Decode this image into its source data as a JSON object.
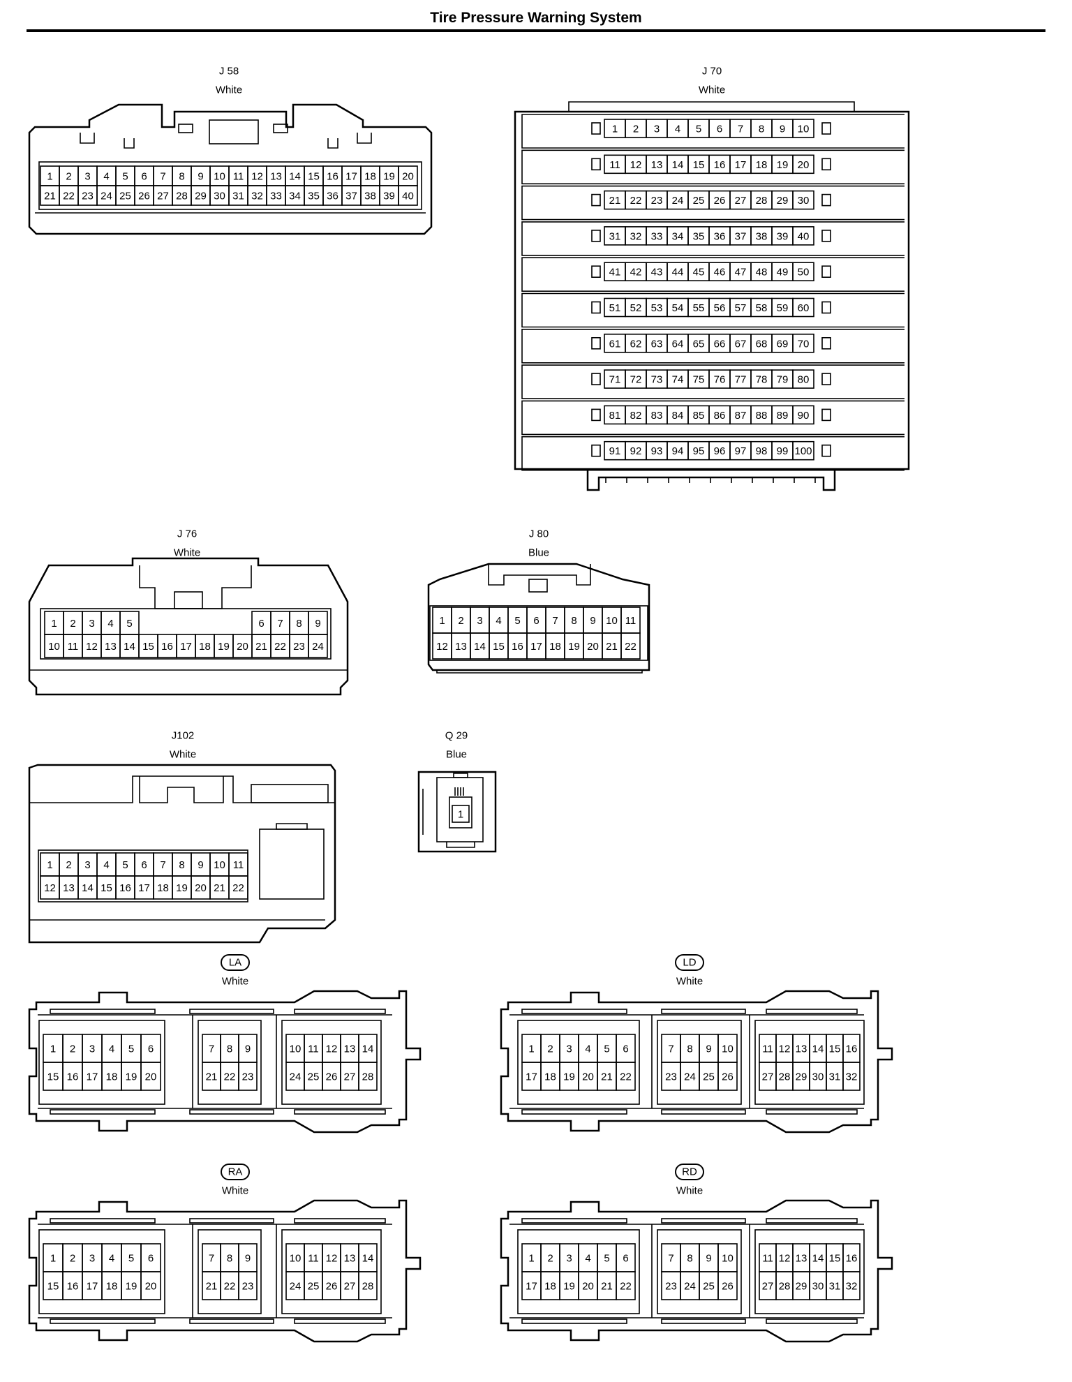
{
  "page": {
    "title": "Tire Pressure Warning System"
  },
  "connectors": [
    {
      "id": "J 58",
      "color": "White",
      "type": "rect",
      "rows": [
        [
          "1",
          "2",
          "3",
          "4",
          "5",
          "6",
          "7",
          "8",
          "9",
          "10",
          "11",
          "12",
          "13",
          "14",
          "15",
          "16",
          "17",
          "18",
          "19",
          "20"
        ],
        [
          "21",
          "22",
          "23",
          "24",
          "25",
          "26",
          "27",
          "28",
          "29",
          "30",
          "31",
          "32",
          "33",
          "34",
          "35",
          "36",
          "37",
          "38",
          "39",
          "40"
        ]
      ]
    },
    {
      "id": "J 70",
      "color": "White",
      "type": "rect",
      "rows": [
        [
          "1",
          "2",
          "3",
          "4",
          "5",
          "6",
          "7",
          "8",
          "9",
          "10"
        ],
        [
          "11",
          "12",
          "13",
          "14",
          "15",
          "16",
          "17",
          "18",
          "19",
          "20"
        ],
        [
          "21",
          "22",
          "23",
          "24",
          "25",
          "26",
          "27",
          "28",
          "29",
          "30"
        ],
        [
          "31",
          "32",
          "33",
          "34",
          "35",
          "36",
          "37",
          "38",
          "39",
          "40"
        ],
        [
          "41",
          "42",
          "43",
          "44",
          "45",
          "46",
          "47",
          "48",
          "49",
          "50"
        ],
        [
          "51",
          "52",
          "53",
          "54",
          "55",
          "56",
          "57",
          "58",
          "59",
          "60"
        ],
        [
          "61",
          "62",
          "63",
          "64",
          "65",
          "66",
          "67",
          "68",
          "69",
          "70"
        ],
        [
          "71",
          "72",
          "73",
          "74",
          "75",
          "76",
          "77",
          "78",
          "79",
          "80"
        ],
        [
          "81",
          "82",
          "83",
          "84",
          "85",
          "86",
          "87",
          "88",
          "89",
          "90"
        ],
        [
          "91",
          "92",
          "93",
          "94",
          "95",
          "96",
          "97",
          "98",
          "99",
          "100"
        ]
      ]
    },
    {
      "id": "J 76",
      "color": "White",
      "type": "rect",
      "rows": [
        [
          "1",
          "2",
          "3",
          "4",
          "5",
          "",
          "",
          "",
          "",
          "",
          "",
          "6",
          "7",
          "8",
          "9"
        ],
        [
          "10",
          "11",
          "12",
          "13",
          "14",
          "15",
          "16",
          "17",
          "18",
          "19",
          "20",
          "21",
          "22",
          "23",
          "24"
        ]
      ]
    },
    {
      "id": "J 80",
      "color": "Blue",
      "type": "rect",
      "rows": [
        [
          "1",
          "2",
          "3",
          "4",
          "5",
          "6",
          "7",
          "8",
          "9",
          "10",
          "11"
        ],
        [
          "12",
          "13",
          "14",
          "15",
          "16",
          "17",
          "18",
          "19",
          "20",
          "21",
          "22"
        ]
      ]
    },
    {
      "id": "J102",
      "color": "White",
      "type": "rect",
      "rows": [
        [
          "1",
          "2",
          "3",
          "4",
          "5",
          "6",
          "7",
          "8",
          "9",
          "10",
          "11"
        ],
        [
          "12",
          "13",
          "14",
          "15",
          "16",
          "17",
          "18",
          "19",
          "20",
          "21",
          "22"
        ]
      ]
    },
    {
      "id": "Q 29",
      "color": "Blue",
      "type": "rect",
      "rows": [
        [
          "1"
        ]
      ]
    },
    {
      "id": "LA",
      "color": "White",
      "type": "circled",
      "blocks": [
        [
          [
            "1",
            "2",
            "3",
            "4",
            "5",
            "6"
          ],
          [
            "15",
            "16",
            "17",
            "18",
            "19",
            "20"
          ]
        ],
        [
          [
            "7",
            "8",
            "9"
          ],
          [
            "21",
            "22",
            "23"
          ]
        ],
        [
          [
            "10",
            "11",
            "12",
            "13",
            "14"
          ],
          [
            "24",
            "25",
            "26",
            "27",
            "28"
          ]
        ]
      ]
    },
    {
      "id": "LD",
      "color": "White",
      "type": "circled",
      "blocks": [
        [
          [
            "1",
            "2",
            "3",
            "4",
            "5",
            "6"
          ],
          [
            "17",
            "18",
            "19",
            "20",
            "21",
            "22"
          ]
        ],
        [
          [
            "7",
            "8",
            "9",
            "10"
          ],
          [
            "23",
            "24",
            "25",
            "26"
          ]
        ],
        [
          [
            "11",
            "12",
            "13",
            "14",
            "15",
            "16"
          ],
          [
            "27",
            "28",
            "29",
            "30",
            "31",
            "32"
          ]
        ]
      ]
    },
    {
      "id": "RA",
      "color": "White",
      "type": "circled",
      "blocks": [
        [
          [
            "1",
            "2",
            "3",
            "4",
            "5",
            "6"
          ],
          [
            "15",
            "16",
            "17",
            "18",
            "19",
            "20"
          ]
        ],
        [
          [
            "7",
            "8",
            "9"
          ],
          [
            "21",
            "22",
            "23"
          ]
        ],
        [
          [
            "10",
            "11",
            "12",
            "13",
            "14"
          ],
          [
            "24",
            "25",
            "26",
            "27",
            "28"
          ]
        ]
      ]
    },
    {
      "id": "RD",
      "color": "White",
      "type": "circled",
      "blocks": [
        [
          [
            "1",
            "2",
            "3",
            "4",
            "5",
            "6"
          ],
          [
            "17",
            "18",
            "19",
            "20",
            "21",
            "22"
          ]
        ],
        [
          [
            "7",
            "8",
            "9",
            "10"
          ],
          [
            "23",
            "24",
            "25",
            "26"
          ]
        ],
        [
          [
            "11",
            "12",
            "13",
            "14",
            "15",
            "16"
          ],
          [
            "27",
            "28",
            "29",
            "30",
            "31",
            "32"
          ]
        ]
      ]
    }
  ]
}
